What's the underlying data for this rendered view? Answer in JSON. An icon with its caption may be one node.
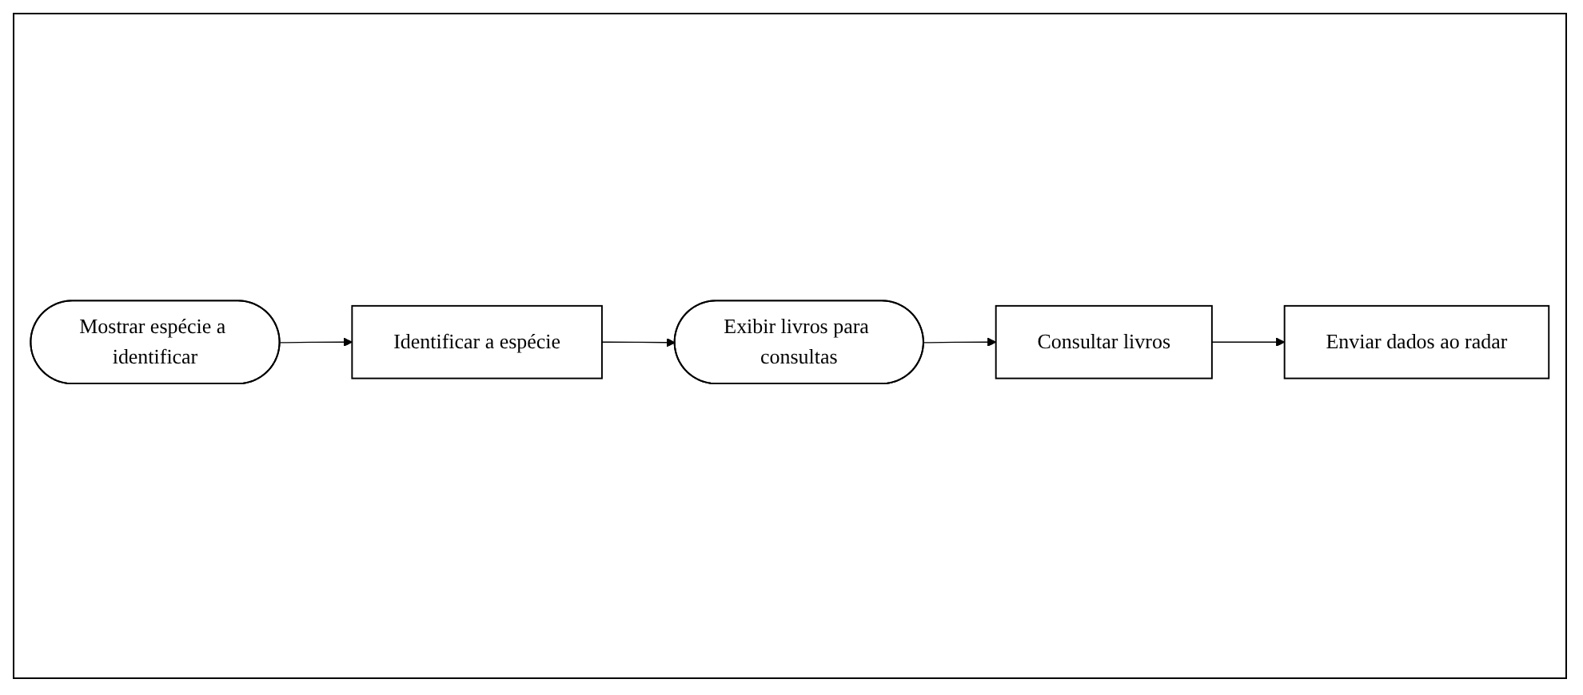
{
  "diagram": {
    "nodes": [
      {
        "text": [
          "Mostrar espécie a identificar"
        ]
      },
      {
        "text": [
          "Identificar a espécie"
        ]
      },
      {
        "text": [
          "Exibir livros para consultas"
        ]
      },
      {
        "text": [
          "Consultar livros"
        ]
      },
      {
        "text": [
          "Enviar dados ao radar"
        ]
      }
    ],
    "edges": [
      {
        "from": 0,
        "to": 1,
        "arrow": "to"
      },
      {
        "from": 1,
        "to": 2,
        "arrow": "to"
      },
      {
        "from": 2,
        "to": 3,
        "arrow": "to"
      },
      {
        "from": 3,
        "to": 4,
        "arrow": "to"
      }
    ]
  }
}
